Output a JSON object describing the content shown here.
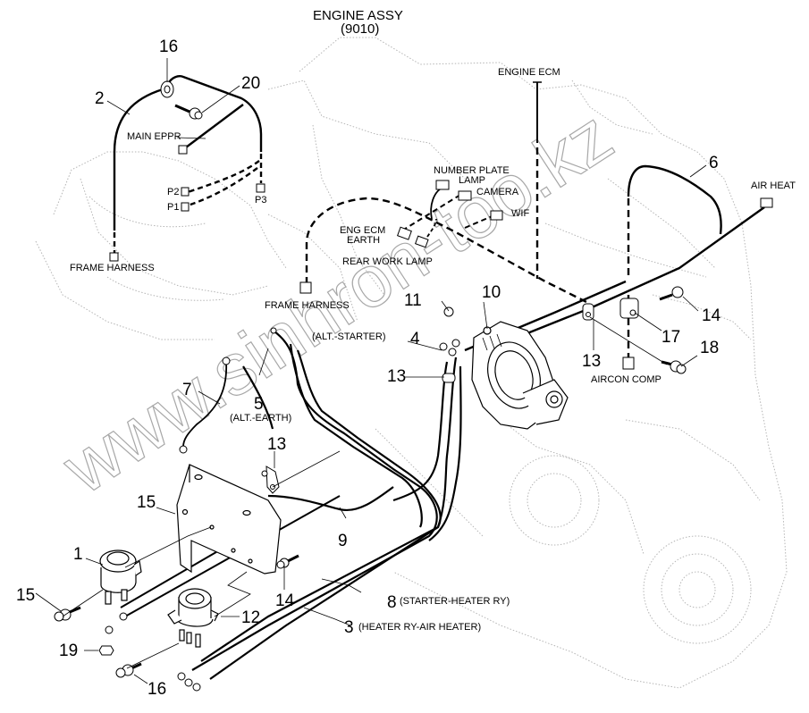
{
  "title": {
    "line1": "ENGINE ASSY",
    "line2": "(9010)"
  },
  "watermark": "www.sinhron-too.kz",
  "connectors": {
    "main_eppr": "MAIN EPPR",
    "p1": "P1",
    "p2": "P2",
    "p3": "P3",
    "frame_harness_left": "FRAME HARNESS",
    "frame_harness_center": "FRAME HARNESS",
    "number_plate_lamp": "NUMBER PLATE\nLAMP",
    "number_plate_lamp_l1": "NUMBER PLATE",
    "number_plate_lamp_l2": "LAMP",
    "camera": "CAMERA",
    "wif": "WIF",
    "eng_ecm_earth_l1": "ENG ECM",
    "eng_ecm_earth_l2": "EARTH",
    "rear_work_lamp": "REAR WORK LAMP",
    "engine_ecm": "ENGINE ECM",
    "air_heat": "AIR HEAT",
    "aircon_comp": "AIRCON COMP"
  },
  "callouts": [
    {
      "id": "c1",
      "number": "1"
    },
    {
      "id": "c2",
      "number": "2"
    },
    {
      "id": "c3",
      "number": "3",
      "note": "(HEATER RY-AIR HEATER)"
    },
    {
      "id": "c4",
      "number": "4"
    },
    {
      "id": "c5",
      "number": "5",
      "note": "(ALT.-EARTH)"
    },
    {
      "id": "c6",
      "number": "6"
    },
    {
      "id": "c7",
      "number": "7"
    },
    {
      "id": "c8",
      "number": "8",
      "note": "(STARTER-HEATER RY)"
    },
    {
      "id": "c9",
      "number": "9"
    },
    {
      "id": "c10",
      "number": "10"
    },
    {
      "id": "c11",
      "number": "11"
    },
    {
      "id": "c12",
      "number": "12"
    },
    {
      "id": "c13a",
      "number": "13"
    },
    {
      "id": "c13b",
      "number": "13"
    },
    {
      "id": "c13c",
      "number": "13"
    },
    {
      "id": "c14a",
      "number": "14"
    },
    {
      "id": "c14b",
      "number": "14"
    },
    {
      "id": "c15a",
      "number": "15"
    },
    {
      "id": "c15b",
      "number": "15"
    },
    {
      "id": "c16a",
      "number": "16"
    },
    {
      "id": "c16b",
      "number": "16"
    },
    {
      "id": "c17",
      "number": "17"
    },
    {
      "id": "c18",
      "number": "18"
    },
    {
      "id": "c19",
      "number": "19"
    },
    {
      "id": "c20",
      "number": "20"
    }
  ],
  "notes": {
    "alt_starter": "(ALT.-STARTER)"
  }
}
